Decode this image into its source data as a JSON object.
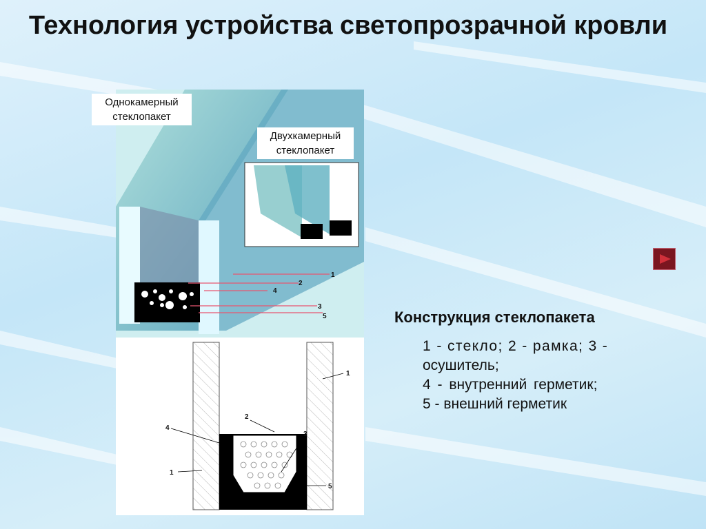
{
  "title": "Технология устройства светопрозрачной кровли",
  "figure": {
    "label_single": "Однокамерный стеклопакет",
    "label_double": "Двухкамерный стеклопакет",
    "callouts_3d": [
      "1",
      "2",
      "4",
      "3",
      "5"
    ],
    "callouts_section": [
      "1",
      "1",
      "2",
      "3",
      "4",
      "5"
    ]
  },
  "construction": {
    "heading": "Конструкция стеклопакета",
    "lines": [
      "1 - стекло; 2 - рамка; 3 -",
      "осушитель;",
      "4 - внутренний герметик;",
      "5 - внешний герметик"
    ]
  },
  "nav": {
    "icon": "play-next-icon",
    "color": "#7a1620"
  }
}
